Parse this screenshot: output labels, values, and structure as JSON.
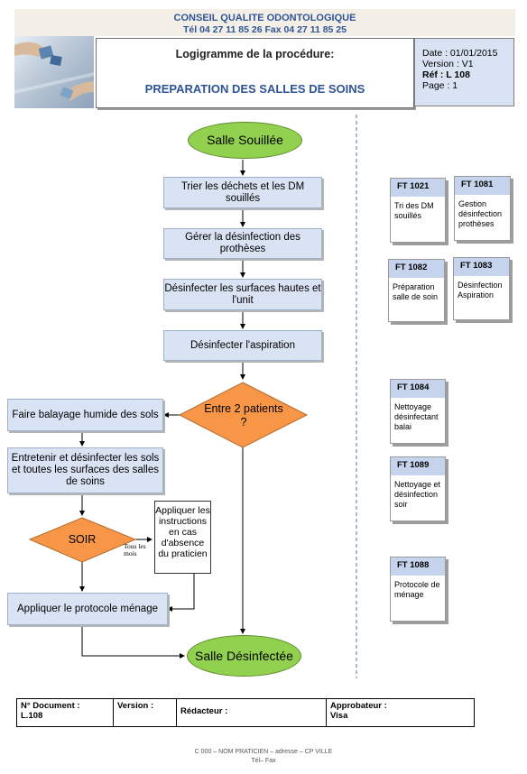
{
  "header": {
    "org_name": "CONSEIL QUALITE ODONTOLOGIQUE",
    "contact": "Tél 04 27 11 85 26   Fax 04 27 11 85 25",
    "title_line1": "Logigramme de la procédure:",
    "title_line2": "PREPARATION DES SALLES DE SOINS",
    "meta": {
      "date": "Date : 01/01/2015",
      "version": "Version : V1",
      "ref": "Réf : L 108",
      "page": "Page : 1"
    }
  },
  "flow": {
    "start": "Salle Souillée",
    "steps": [
      "Trier les déchets et les DM souillés",
      "Gérer la désinfection des prothèses",
      "Désinfecter les surfaces hautes et l'unit",
      "Désinfecter l'aspiration"
    ],
    "decision_patients": "Entre 2 patients ?",
    "left_steps": [
      "Faire balayage humide des sols",
      "Entretenir et désinfecter les sols et toutes les surfaces des salles de soins"
    ],
    "decision_soir": "SOIR",
    "monthly_label": "Tous les mois",
    "absence_note": "Appliquer les instructions en cas d'absence du praticien",
    "apply_protocol": "Appliquer le protocole ménage",
    "end": "Salle Désinfectée"
  },
  "docs": [
    {
      "code": "FT 1021",
      "text": "Tri des DM souillés"
    },
    {
      "code": "FT 1081",
      "text": "Gestion désinfection prothèses"
    },
    {
      "code": "FT 1082",
      "text": "Préparation salle de soin"
    },
    {
      "code": "FT 1083",
      "text": "Désinfection Aspiration"
    },
    {
      "code": "FT 1084",
      "text": "Nettoyage désinfectant balai"
    },
    {
      "code": "FT 1089",
      "text": "Nettoyage et désinfection soir"
    },
    {
      "code": "FT 1088",
      "text": "Protocole de ménage"
    }
  ],
  "footer": {
    "doc_number_label": "N° Document :",
    "doc_number_value": "L.108",
    "version_label": "Version :",
    "redacteur_label": "Rédacteur :",
    "approbateur_label": "Approbateur :",
    "visa_label": "Visa",
    "address_line": "C 000 – NOM PRATICIEN – adresse – CP VILLE",
    "phone_line": "Tél– Fax"
  },
  "colors": {
    "process_fill": "#dae3f3",
    "terminal_fill": "#92d050",
    "decision_fill": "#f79646",
    "header_text": "#2f5496"
  }
}
